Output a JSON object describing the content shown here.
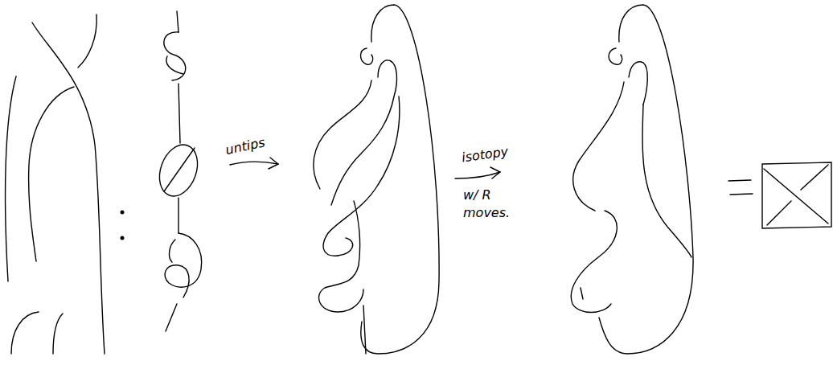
{
  "diagram": {
    "labels": [
      "untips",
      "isotopy",
      "w/ R moves."
    ]
  }
}
